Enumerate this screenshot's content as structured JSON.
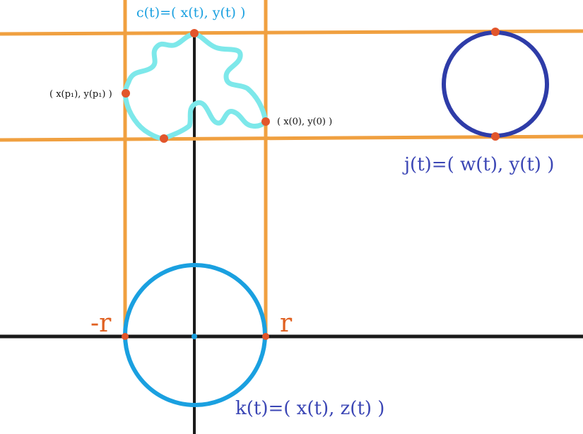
{
  "labels": {
    "c_curve": "c(t)=( x(t), y(t) )",
    "j_curve": "j(t)=( w(t), y(t) )",
    "k_curve": "k(t)=( x(t), z(t) )",
    "point_p1": "( x(p₁), y(p₁) )",
    "point_zero": "( x(0), y(0) )",
    "neg_r": "-r",
    "pos_r": "r"
  },
  "colors": {
    "orange_line": "#f0a040",
    "axis": "#1a1a1a",
    "cyan_curve": "#7de8ea",
    "k_circle": "#1aa0e0",
    "j_circle": "#2e3ca8",
    "point": "#e2552b",
    "c_label": "#1aa0e0",
    "j_label": "#3b46b5",
    "k_label": "#3b46b5",
    "r_label": "#e06020",
    "point_label": "#111111"
  }
}
